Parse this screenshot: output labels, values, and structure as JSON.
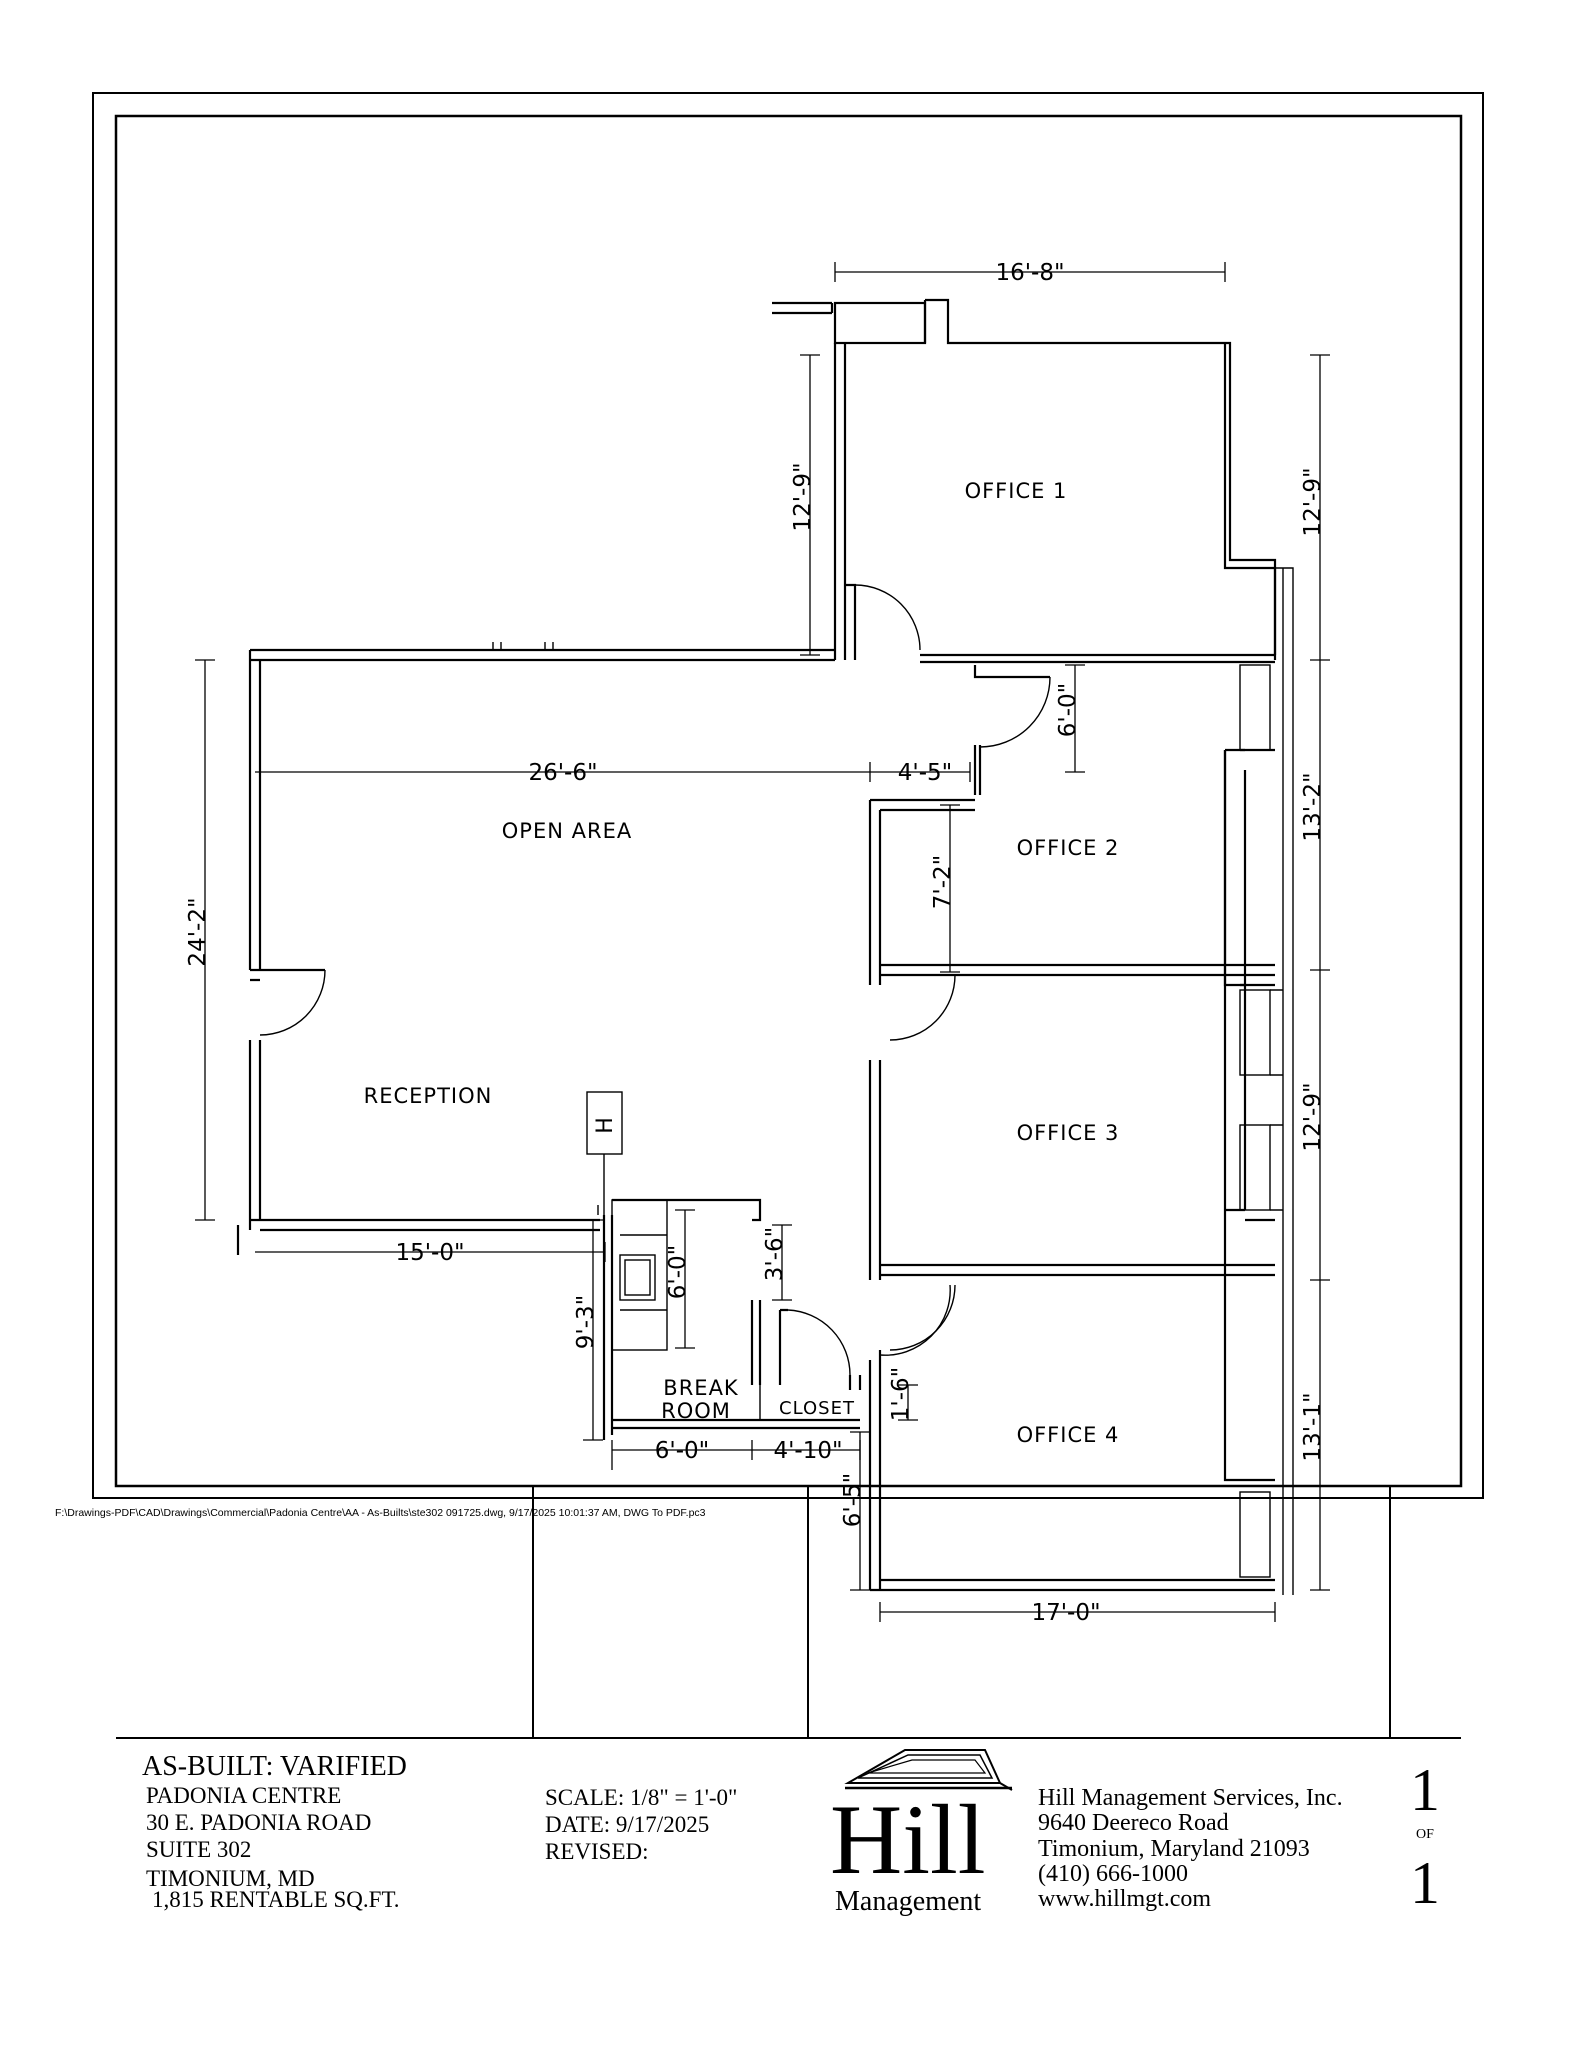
{
  "rooms": {
    "office1": "OFFICE 1",
    "office2": "OFFICE 2",
    "office3": "OFFICE 3",
    "office4": "OFFICE 4",
    "open_area": "OPEN AREA",
    "reception": "RECEPTION",
    "break_room_line1": "BREAK",
    "break_room_line2": "ROOM",
    "closet": "CLOSET"
  },
  "fixture_label": "H",
  "dimensions": {
    "top_width": "16'-8\"",
    "office1_right_height": "12'-9\"",
    "office1_left_height": "12'-9\"",
    "open_area_width": "26'-6\"",
    "corridor_width": "4'-5\"",
    "corridor_depth": "6'-0\"",
    "office2_height": "13'-2\"",
    "office2_inner": "7'-2\"",
    "reception_height": "24'-2\"",
    "office3_height": "12'-9\"",
    "reception_width": "15'-0\"",
    "break_counter": "6'-0\"",
    "closet_depth": "3'-6\"",
    "break_height": "9'-3\"",
    "closet_small": "1'-6\"",
    "office4_height": "13'-1\"",
    "break_width": "6'-0\"",
    "closet_width": "4'-10\"",
    "office4_left": "6'-5\"",
    "office4_width": "17'-0\""
  },
  "title_block": {
    "heading": "AS-BUILT: VARIFIED",
    "property": "PADONIA CENTRE",
    "address": "30 E. PADONIA ROAD",
    "suite": "SUITE 302",
    "city": "TIMONIUM, MD",
    "area": "1,815 RENTABLE SQ.FT.",
    "scale": "SCALE: 1/8\" = 1'-0\"",
    "date": "DATE: 9/17/2025",
    "revised": "REVISED:",
    "logo_word": "Hill",
    "logo_sub": "Management",
    "company": "Hill Management Services, Inc.",
    "street": "9640 Deereco Road",
    "company_city": "Timonium, Maryland  21093",
    "phone": "(410) 666-1000",
    "website": "www.hillmgt.com",
    "sheet_number": "1",
    "sheet_of": "OF",
    "sheet_total": "1"
  },
  "file_path": "F:\\Drawings-PDF\\CAD\\Drawings\\Commercial\\Padonia Centre\\AA - As-Builts\\ste302 091725.dwg, 9/17/2025 10:01:37 AM, DWG To PDF.pc3"
}
